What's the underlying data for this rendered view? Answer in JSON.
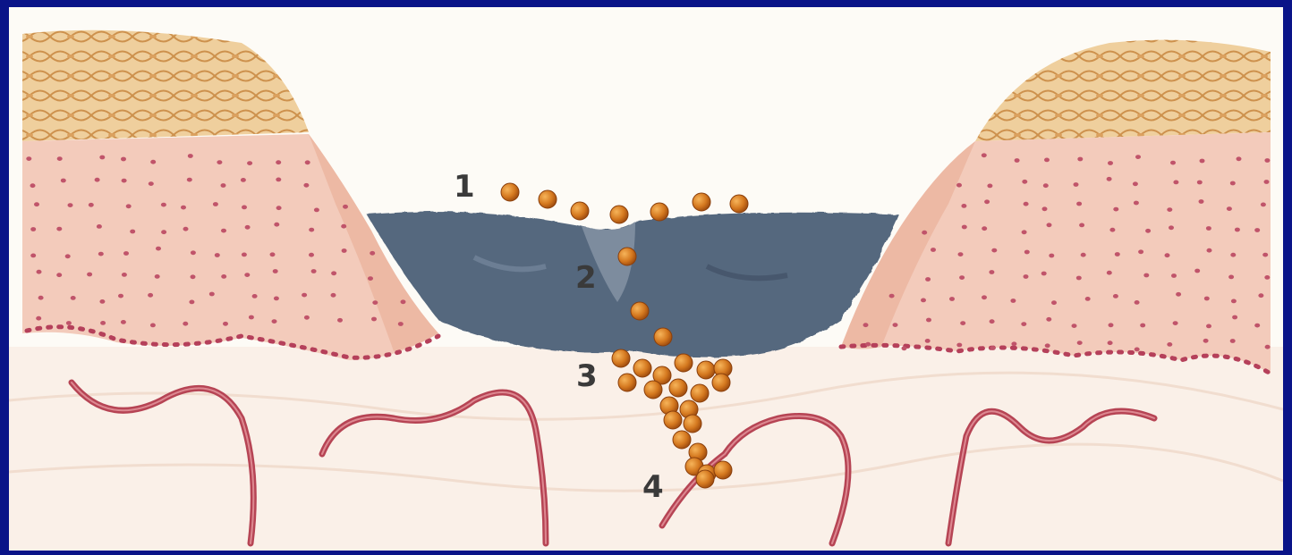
{
  "diagram": {
    "labels": [
      {
        "id": "1",
        "text": "1"
      },
      {
        "id": "2",
        "text": "2"
      },
      {
        "id": "3",
        "text": "3"
      },
      {
        "id": "4",
        "text": "4"
      }
    ]
  },
  "colors": {
    "frame": "#0a1488",
    "background": "#fdfbf6",
    "epidermis": "#f2c9b8",
    "dermis_dots": "#c0546a",
    "stratum_corneum": "#e7b979",
    "scab": "#55677e",
    "cells": "#d4781f",
    "vessels": "#b64454"
  }
}
